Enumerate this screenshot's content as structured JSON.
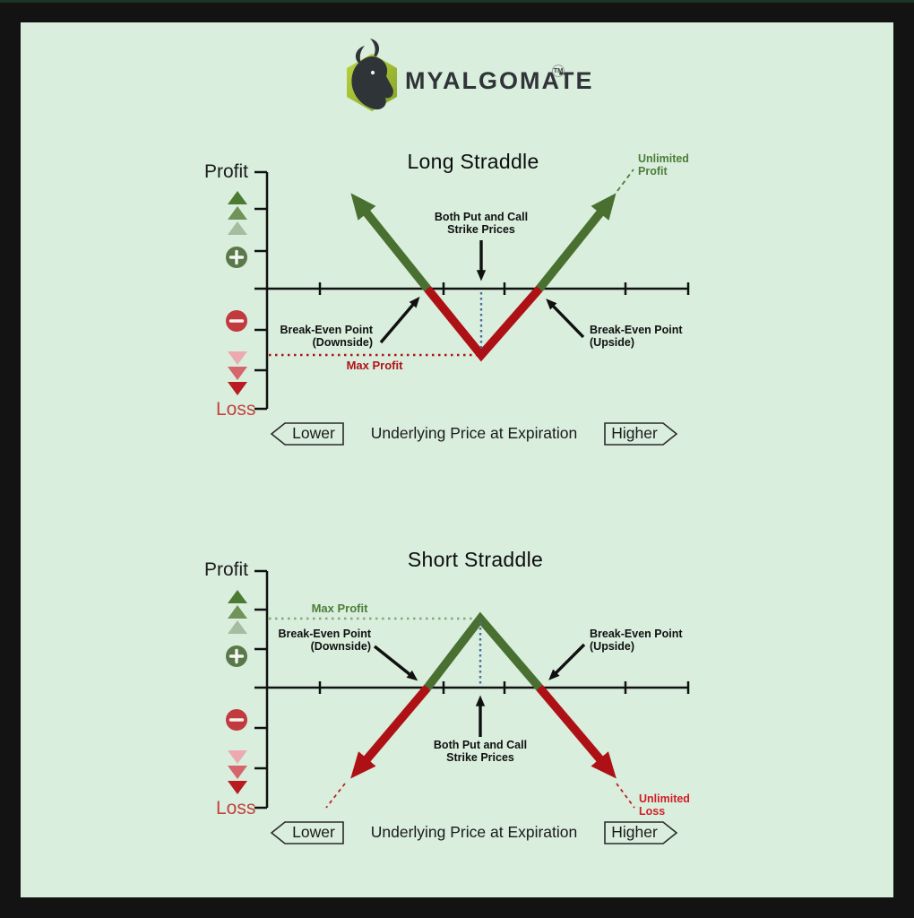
{
  "page": {
    "background": "#131313",
    "panel_background": "#d9eedd"
  },
  "logo": {
    "brand": "MYALGOMATE",
    "trademark": "TM",
    "hexagon_colors": [
      "#bcd441",
      "#85a427"
    ],
    "bull_color": "#2f3438"
  },
  "colors": {
    "payoff_green": "#497030",
    "payoff_red": "#ad1116",
    "annotation_black": "#101010",
    "strike_dotted_blue": "#4a6b9d",
    "max_line_red": "#b01217",
    "max_line_green": "#84a876",
    "green_text": "#4c7d38",
    "red_text": "#b01217",
    "unlimited_loss_red": "#ce1f26",
    "loss_label_red": "#c4423f",
    "icon_greens": [
      "#4c7a33",
      "#71935a",
      "#a7bba0"
    ],
    "icon_reds": [
      "#ecaab0",
      "#d4666c",
      "#ba1b21"
    ],
    "plus_circle": "#5a7849",
    "minus_circle": "#c13a3e"
  },
  "long_straddle": {
    "title": "Long Straddle",
    "profit_label": "Profit",
    "loss_label": "Loss",
    "strike_line1": "Both Put and Call",
    "strike_line2": "Strike Prices",
    "breakeven_down_line1": "Break-Even Point",
    "breakeven_down_line2": "(Downside)",
    "breakeven_up_line1": "Break-Even Point",
    "breakeven_up_line2": "(Upside)",
    "max_line_label": "Max Profit",
    "unlimited_line1": "Unlimited",
    "unlimited_line2": "Profit",
    "lower_label": "Lower",
    "higher_label": "Higher",
    "x_axis_label": "Underlying Price at Expiration"
  },
  "short_straddle": {
    "title": "Short Straddle",
    "profit_label": "Profit",
    "loss_label": "Loss",
    "strike_line1": "Both Put and Call",
    "strike_line2": "Strike Prices",
    "breakeven_down_line1": "Break-Even Point",
    "breakeven_down_line2": "(Downside)",
    "breakeven_up_line1": "Break-Even Point",
    "breakeven_up_line2": "(Upside)",
    "max_line_label": "Max Profit",
    "unlimited_line1": "Unlimited",
    "unlimited_line2": "Loss",
    "lower_label": "Lower",
    "higher_label": "Higher",
    "x_axis_label": "Underlying Price at Expiration"
  },
  "chart_data": [
    {
      "type": "line",
      "title": "Long Straddle",
      "xlabel": "Underlying Price at Expiration",
      "ylabel": "Profit / Loss",
      "series": [
        {
          "name": "payoff",
          "shape": "V",
          "points_relative": [
            [
              "far-below-strike",
              "unlimited profit"
            ],
            [
              "break-even downside",
              0
            ],
            [
              "strike",
              "max loss (labeled Max Profit)"
            ],
            [
              "break-even upside",
              0
            ],
            [
              "far-above-strike",
              "unlimited profit"
            ]
          ]
        }
      ],
      "annotations": [
        "Both Put and Call Strike Prices",
        "Break-Even Point (Downside)",
        "Break-Even Point (Upside)",
        "Max Profit",
        "Unlimited Profit"
      ]
    },
    {
      "type": "line",
      "title": "Short Straddle",
      "xlabel": "Underlying Price at Expiration",
      "ylabel": "Profit / Loss",
      "series": [
        {
          "name": "payoff",
          "shape": "inverted-V",
          "points_relative": [
            [
              "far-below-strike",
              "unlimited loss"
            ],
            [
              "break-even downside",
              0
            ],
            [
              "strike",
              "Max Profit"
            ],
            [
              "break-even upside",
              0
            ],
            [
              "far-above-strike",
              "unlimited loss"
            ]
          ]
        }
      ],
      "annotations": [
        "Both Put and Call Strike Prices",
        "Break-Even Point (Downside)",
        "Break-Even Point (Upside)",
        "Max Profit",
        "Unlimited Loss"
      ]
    }
  ]
}
